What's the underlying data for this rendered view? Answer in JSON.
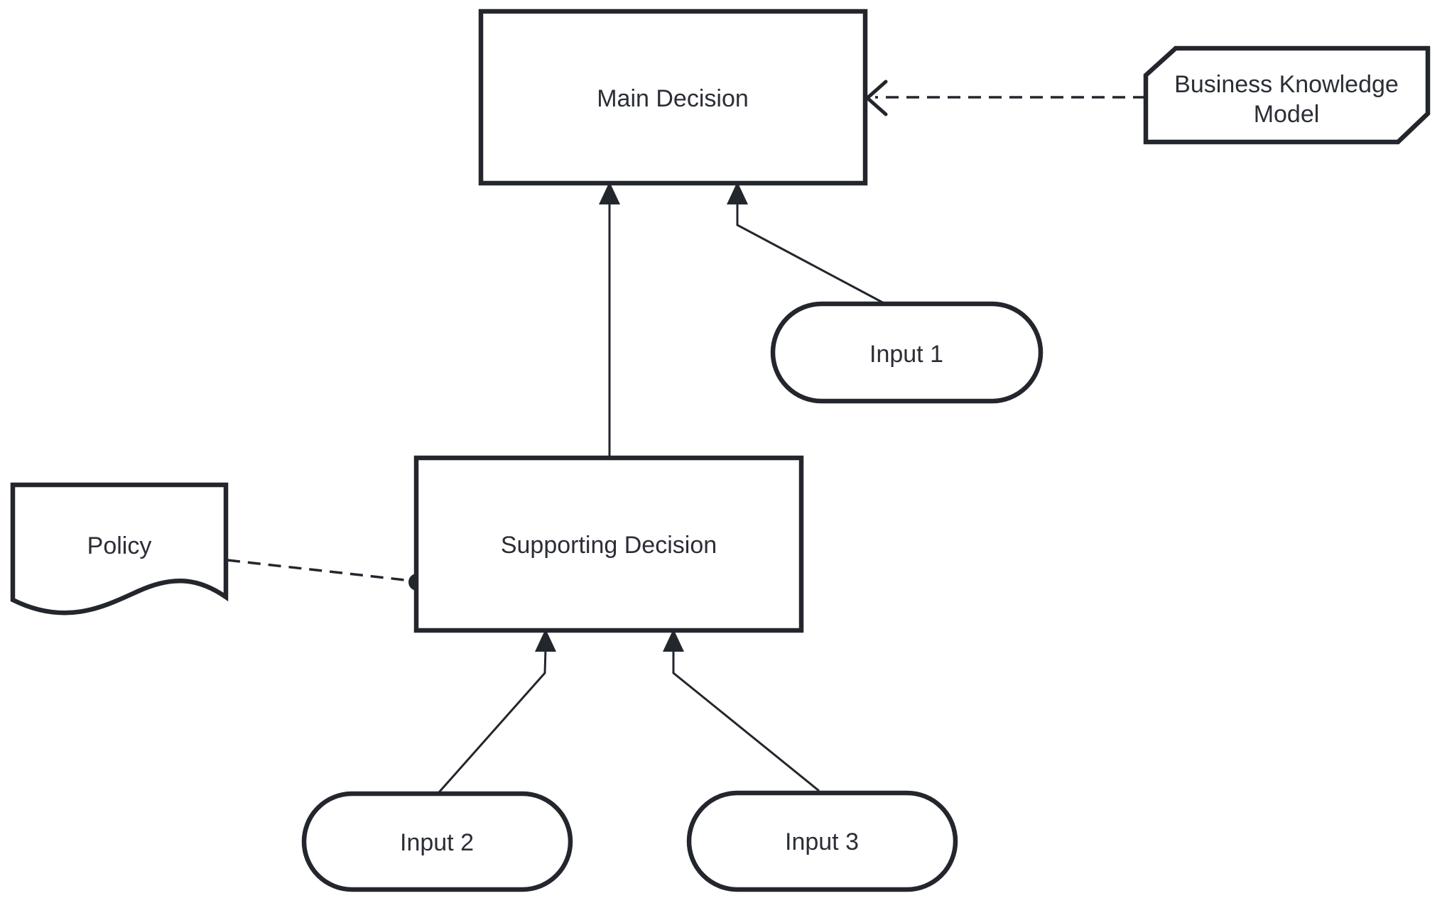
{
  "diagram": {
    "kind": "DMN decision requirements diagram",
    "background": "#ffffff",
    "stroke_color": "#23262d",
    "text_color": "#2b2e36"
  },
  "nodes": {
    "main_decision": {
      "label": "Main Decision",
      "shape": "rectangle"
    },
    "business_knowledge_model": {
      "label": "Business Knowledge Model",
      "label_line1": "Business Knowledge",
      "label_line2": "Model",
      "shape": "clipped-corner-rectangle"
    },
    "input_1": {
      "label": "Input 1",
      "shape": "stadium"
    },
    "supporting_decision": {
      "label": "Supporting Decision",
      "shape": "rectangle"
    },
    "policy": {
      "label": "Policy",
      "shape": "document"
    },
    "input_2": {
      "label": "Input 2",
      "shape": "stadium"
    },
    "input_3": {
      "label": "Input 3",
      "shape": "stadium"
    }
  },
  "edges": [
    {
      "from": "supporting_decision",
      "to": "main_decision",
      "line": "solid",
      "end": "filled-triangle-arrow"
    },
    {
      "from": "input_1",
      "to": "main_decision",
      "line": "solid",
      "end": "filled-triangle-arrow"
    },
    {
      "from": "business_knowledge_model",
      "to": "main_decision",
      "line": "dashed",
      "end": "open-arrow"
    },
    {
      "from": "policy",
      "to": "supporting_decision",
      "line": "dashed",
      "end": "filled-circle"
    },
    {
      "from": "input_2",
      "to": "supporting_decision",
      "line": "solid",
      "end": "filled-triangle-arrow"
    },
    {
      "from": "input_3",
      "to": "supporting_decision",
      "line": "solid",
      "end": "filled-triangle-arrow"
    }
  ]
}
